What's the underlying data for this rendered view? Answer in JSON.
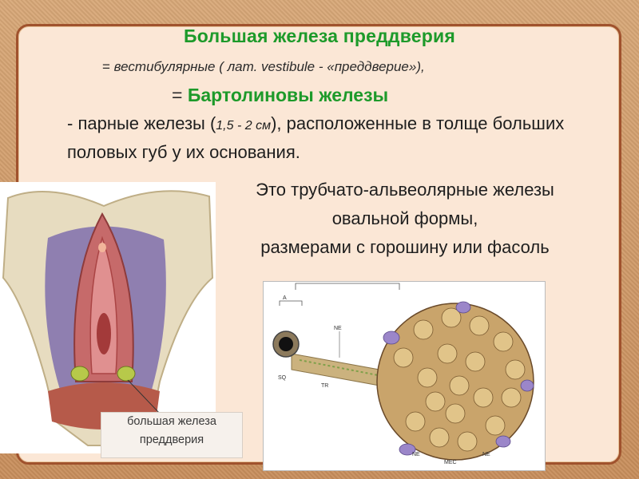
{
  "slide": {
    "title": "Большая железа преддверия",
    "synonym_prefix": "= ",
    "synonym_text": "вестибулярные  ( лат. vestibule - «преддверие»),",
    "name_eq": "= ",
    "name": "Бартолиновы железы",
    "desc_a": "-  парные железы (",
    "desc_size": "1,5 - 2 см",
    "desc_b": "), расположенные в толще больших половых губ у их основания.",
    "structure_line1": "Это трубчато-альвеолярные железы",
    "structure_line2": "овальной формы,",
    "structure_line3": "размерами с горошину или фасоль"
  },
  "anatomy": {
    "callout_line1": "большая железа",
    "callout_line2": "преддверия"
  },
  "histology": {
    "labels": [
      "A",
      "NE",
      "SQ",
      "TR",
      "NE",
      "MEC",
      "NE"
    ]
  },
  "colors": {
    "title_green": "#1d9a2a",
    "panel_bg": "#fbe7d6",
    "panel_border": "#a0522d",
    "gland_tan": "#c9a46b",
    "gland_violet": "#9b86c9"
  }
}
